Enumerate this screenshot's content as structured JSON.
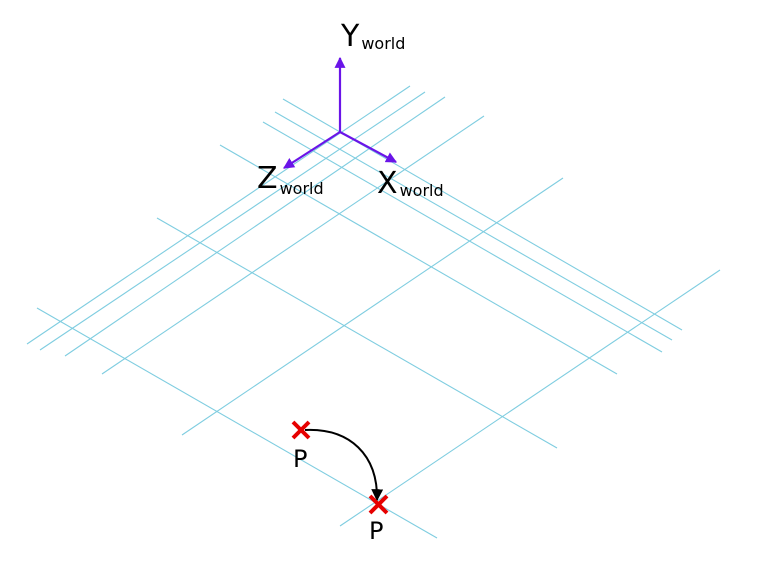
{
  "axes": {
    "y": {
      "letter": "Y",
      "subscript": "world",
      "color": "#6a14e8"
    },
    "x": {
      "letter": "X",
      "subscript": "world",
      "color": "#6a14e8"
    },
    "z": {
      "letter": "Z",
      "subscript": "world",
      "color": "#6a14e8"
    }
  },
  "points": {
    "start": {
      "label": "P",
      "marker_color": "#e60000"
    },
    "end": {
      "label": "P",
      "marker_color": "#e60000"
    }
  },
  "colors": {
    "grid": "#7fcde0",
    "arrow": "#000000"
  }
}
